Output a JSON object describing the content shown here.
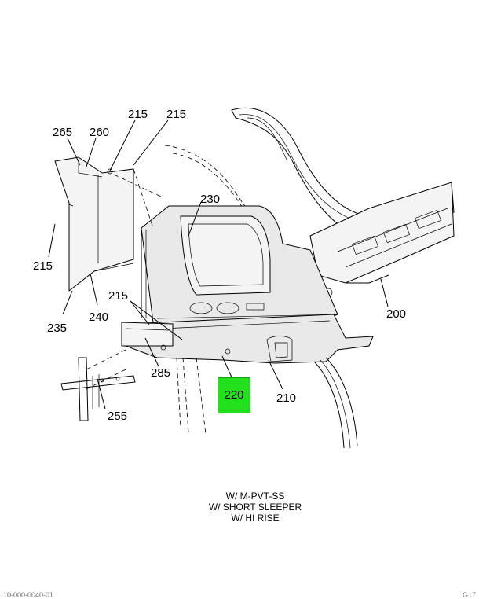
{
  "callouts": {
    "c265": "265",
    "c260": "260",
    "c215a": "215",
    "c215b": "215",
    "c230": "230",
    "c215c": "215",
    "c215d": "215",
    "c235": "235",
    "c240": "240",
    "c285": "285",
    "c200": "200",
    "c210": "210",
    "c255": "255",
    "c220": "220"
  },
  "highlight": {
    "color": "#22e01c"
  },
  "notes": [
    "W/ M-PVT-SS",
    "W/ SHORT SLEEPER",
    "W/ HI RISE"
  ],
  "footer": {
    "left": "10-000-0040-01",
    "right": "G17"
  }
}
